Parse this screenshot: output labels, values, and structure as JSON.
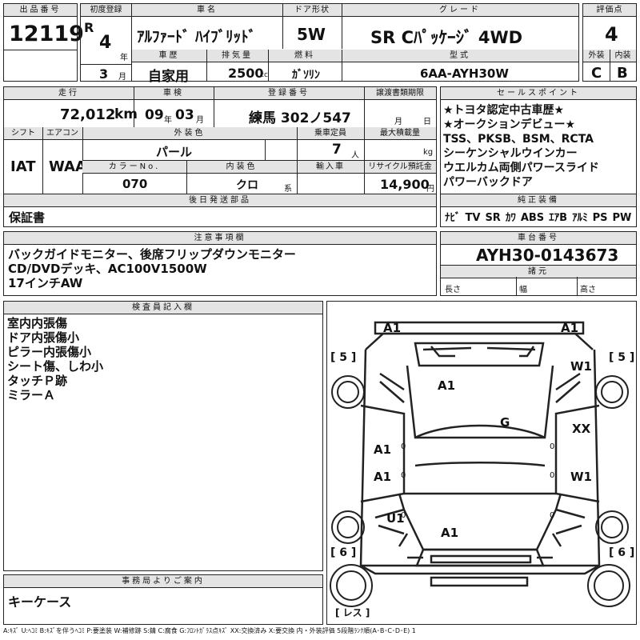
{
  "header": {
    "lot_no": {
      "label": "出品番号",
      "value": "12119"
    },
    "first_reg": {
      "label": "初度登録",
      "era": "R",
      "year": "4",
      "year_unit": "年",
      "month": "3",
      "month_unit": "月"
    },
    "car_name": {
      "label": "車名",
      "value": "ｱﾙﾌｧｰﾄﾞ ﾊｲﾌﾞﾘｯﾄﾞ"
    },
    "door": {
      "label": "ドア形状",
      "value": "5W"
    },
    "grade": {
      "label": "グレード",
      "value": "SR Cﾊﾟｯｹｰｼﾞ 4WD"
    },
    "score": {
      "label": "評価点",
      "value": "4"
    },
    "history": {
      "label": "車歴",
      "value": "自家用"
    },
    "displacement": {
      "label": "排気量",
      "value": "2500",
      "unit": "cc"
    },
    "fuel": {
      "label": "燃料",
      "value": "ｶﾞｿﾘﾝ"
    },
    "model": {
      "label": "型式",
      "value": "6AA-AYH30W"
    },
    "exterior": {
      "label": "外装",
      "value": "C"
    },
    "interior": {
      "label": "内装",
      "value": "B"
    }
  },
  "row2": {
    "mileage": {
      "label": "走行",
      "value": "72,012",
      "unit": "km"
    },
    "inspection": {
      "label": "車検",
      "year": "09",
      "year_unit": "年",
      "month": "03",
      "month_unit": "月"
    },
    "plate": {
      "label": "登録番号",
      "value": "練馬 302ノ547"
    },
    "transfer": {
      "label": "譲渡書類期限",
      "month_unit": "月",
      "day_unit": "日"
    },
    "shift": {
      "label": "シフト",
      "value": "IAT"
    },
    "aircon": {
      "label": "エアコン",
      "value": "WAA"
    },
    "ext_color": {
      "label": "外装色",
      "value": "パール"
    },
    "capacity": {
      "label": "乗車定員",
      "value": "7",
      "unit": "人"
    },
    "max_load": {
      "label": "最大積載量",
      "unit": "kg"
    },
    "color_no": {
      "label": "カラーNo.",
      "value": "070"
    },
    "int_color": {
      "label": "内装色",
      "value": "クロ",
      "unit": "系"
    },
    "import": {
      "label": "輸入車"
    },
    "recycle": {
      "label": "リサイクル預託金",
      "value": "14,900",
      "unit": "円"
    },
    "later_parts": {
      "label": "後日発送部品",
      "value": "保証書"
    }
  },
  "sales_points": {
    "label": "セールスポイント",
    "lines": [
      "★トヨタ認定中古車歴★",
      "★オークションデビュー★",
      "TSS、PKSB、BSM、RCTA",
      "シーケンシャルウインカー",
      "ウエルカム両側パワースライド",
      "パワーバックドア"
    ]
  },
  "equipment": {
    "label": "純正装備",
    "items": [
      "ﾅﾋﾞ",
      "TV",
      "SR",
      "ｶﾜ",
      "ABS",
      "ｴｱB",
      "ｱﾙﾐ",
      "PS",
      "PW"
    ]
  },
  "notes": {
    "label": "注意事項欄",
    "lines": [
      "バックガイドモニター、後席フリップダウンモニター",
      "CD/DVDデッキ、AC100V1500W",
      "17インチAW"
    ]
  },
  "chassis": {
    "label": "車台番号",
    "value": "AYH30-0143673"
  },
  "specs": {
    "label": "諸元",
    "length": "長さ",
    "width": "幅",
    "height": "高さ"
  },
  "inspector": {
    "label": "検査員記入欄",
    "lines": [
      "室内内張傷",
      "ドア内張傷小",
      "ピラー内張傷小",
      "シート傷、しわ小",
      "タッチＰ跡",
      "ミラーＡ"
    ]
  },
  "office": {
    "label": "事務局よりご案内",
    "value": "キーケース"
  },
  "diagram": {
    "marks": [
      "A1",
      "A1",
      "W1",
      "A1",
      "G",
      "XX",
      "A1",
      "A1",
      "W1",
      "U1",
      "A1"
    ],
    "tires": [
      "5",
      "5",
      "6",
      "6"
    ],
    "spare_label": "レス",
    "small_marks": [
      "0",
      "0",
      "0",
      "0",
      "0",
      "0"
    ]
  },
  "legend": "A:ｷｽﾞ U:ﾍｺﾐ B:ｷｽﾞを伴うﾍｺﾐ P:要塗装 W:補修跡 S:錆 C:腐食 G:ﾌﾛﾝﾄｶﾞﾗｽ点ｷｽﾞ XX:交換済み X:要交換 内・外装評価 5段階ﾗﾝｸ順(A･B･C･D･E) 1"
}
